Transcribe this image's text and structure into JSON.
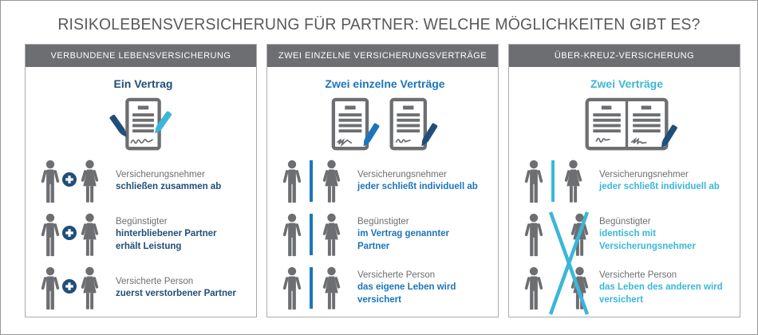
{
  "title": "RISIKOLEBENSVERSICHERUNG FÜR PARTNER: WELCHE MÖGLICHKEITEN GIBT ES?",
  "colors": {
    "header_bar_gray": "#6D6E71",
    "figure_gray": "#6D6E71",
    "title_gray": "#58595B",
    "navy": "#1F4E79",
    "blue": "#1B75BC",
    "cyan": "#3AB7D8"
  },
  "panels": [
    {
      "header": "VERBUNDENE LEBENSVERSICHERUNG",
      "subtitle": "Ein Vertrag",
      "accent": "#1F4E79",
      "contract_icon": "single-contract-with-two-pens",
      "connector_icon": "plus-badge",
      "rows": [
        {
          "label": "Versicherungsnehmer",
          "detail": [
            "schließen zusammen ab"
          ]
        },
        {
          "label": "Begünstigter",
          "detail": [
            "hinterbliebener Partner",
            "erhält Leistung"
          ]
        },
        {
          "label": "Versicherte Person",
          "detail": [
            "zuerst verstorbener Partner"
          ]
        }
      ]
    },
    {
      "header": "ZWEI EINZELNE VERSICHERUNGSVERTRÄGE",
      "subtitle": "Zwei einzelne Verträge",
      "accent": "#1B75BC",
      "contract_icon": "two-contracts-with-pens",
      "connector_icon": "vertical-divider",
      "rows": [
        {
          "label": "Versicherungsnehmer",
          "detail": [
            "jeder schließt individuell ab"
          ]
        },
        {
          "label": "Begünstigter",
          "detail": [
            "im Vertrag genannter",
            "Partner"
          ]
        },
        {
          "label": "Versicherte Person",
          "detail": [
            "das eigene Leben wird",
            "versichert"
          ]
        }
      ]
    },
    {
      "header": "ÜBER-KREUZ-VERSICHERUNG",
      "subtitle": "Zwei Verträge",
      "accent": "#3AB7D8",
      "contract_icon": "double-page-contract-with-pen",
      "connector_icon": "crossed-lines",
      "rows": [
        {
          "label": "Versicherungsnehmer",
          "detail": [
            "jeder schließt individuell ab"
          ]
        },
        {
          "label": "Begünstigter",
          "detail": [
            "identisch mit",
            "Versicherungsnehmer"
          ]
        },
        {
          "label": "Versicherte Person",
          "detail": [
            "das Leben des anderen wird",
            "versichert"
          ]
        }
      ]
    }
  ]
}
